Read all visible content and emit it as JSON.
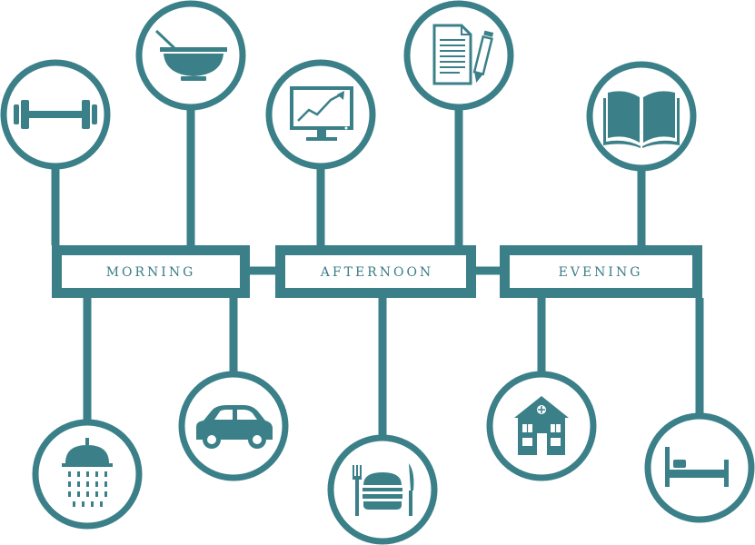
{
  "colors": {
    "teal": "#3b8088",
    "background": "#ffffff"
  },
  "sections": [
    {
      "id": "morning",
      "label": "MORNING"
    },
    {
      "id": "afternoon",
      "label": "AFTERNOON"
    },
    {
      "id": "evening",
      "label": "EVENING"
    }
  ],
  "activities": [
    {
      "icon": "dumbbell-icon",
      "section": "morning",
      "position": "above"
    },
    {
      "icon": "bowl-icon",
      "section": "morning",
      "position": "above"
    },
    {
      "icon": "shower-icon",
      "section": "morning",
      "position": "below"
    },
    {
      "icon": "car-icon",
      "section": "morning",
      "position": "below"
    },
    {
      "icon": "computer-chart-icon",
      "section": "afternoon",
      "position": "above"
    },
    {
      "icon": "document-pencil-icon",
      "section": "afternoon",
      "position": "above"
    },
    {
      "icon": "lunch-burger-icon",
      "section": "afternoon",
      "position": "below"
    },
    {
      "icon": "book-icon",
      "section": "evening",
      "position": "above"
    },
    {
      "icon": "house-icon",
      "section": "evening",
      "position": "below"
    },
    {
      "icon": "bed-icon",
      "section": "evening",
      "position": "below"
    }
  ]
}
